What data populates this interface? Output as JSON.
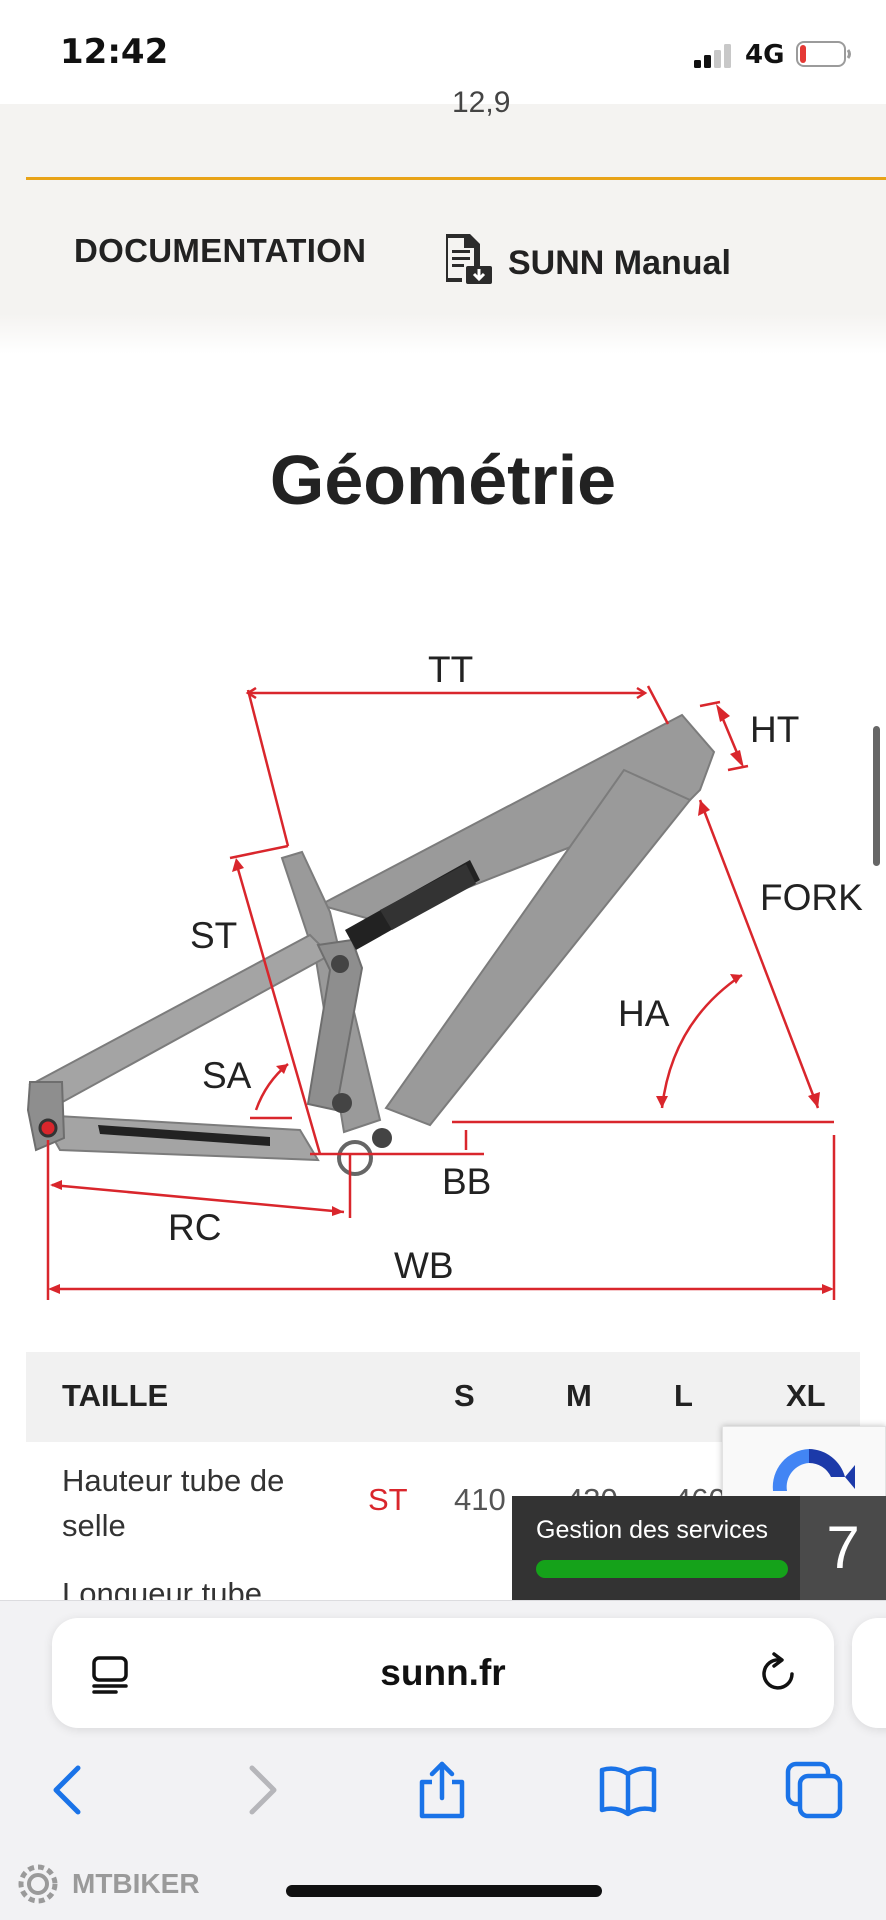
{
  "status_bar": {
    "time": "12:42",
    "network": "4G",
    "battery_color": "#e53935"
  },
  "documentation": {
    "label": "DOCUMENTATION",
    "manual_link": "SUNN Manual",
    "partial_text": "12,9",
    "accent_color": "#e8a317"
  },
  "geometry": {
    "title": "Géométrie",
    "diagram_labels": {
      "tt": "TT",
      "ht": "HT",
      "st": "ST",
      "fork": "FORK",
      "ha": "HA",
      "sa": "SA",
      "bb": "BB",
      "rc": "RC",
      "wb": "WB"
    },
    "dimension_color": "#d9262c"
  },
  "table": {
    "headers": {
      "size": "TAILLE",
      "s": "S",
      "m": "M",
      "l": "L",
      "xl": "XL"
    },
    "rows": [
      {
        "label": "Hauteur tube de selle",
        "abbr": "ST",
        "s": "410",
        "m": "430",
        "l": "460"
      },
      {
        "label": "Longueur tube"
      }
    ]
  },
  "cookie_toast": {
    "text": "Gestion des services",
    "count": "7",
    "progress_color": "#15a21a"
  },
  "browser": {
    "url": "sunn.fr",
    "icons": [
      "reader-menu-icon",
      "reload-icon",
      "back-icon",
      "forward-icon",
      "share-icon",
      "bookmarks-icon",
      "tabs-icon"
    ],
    "accent_color": "#1a73e8"
  },
  "watermark": {
    "text": "MTBIKER"
  }
}
